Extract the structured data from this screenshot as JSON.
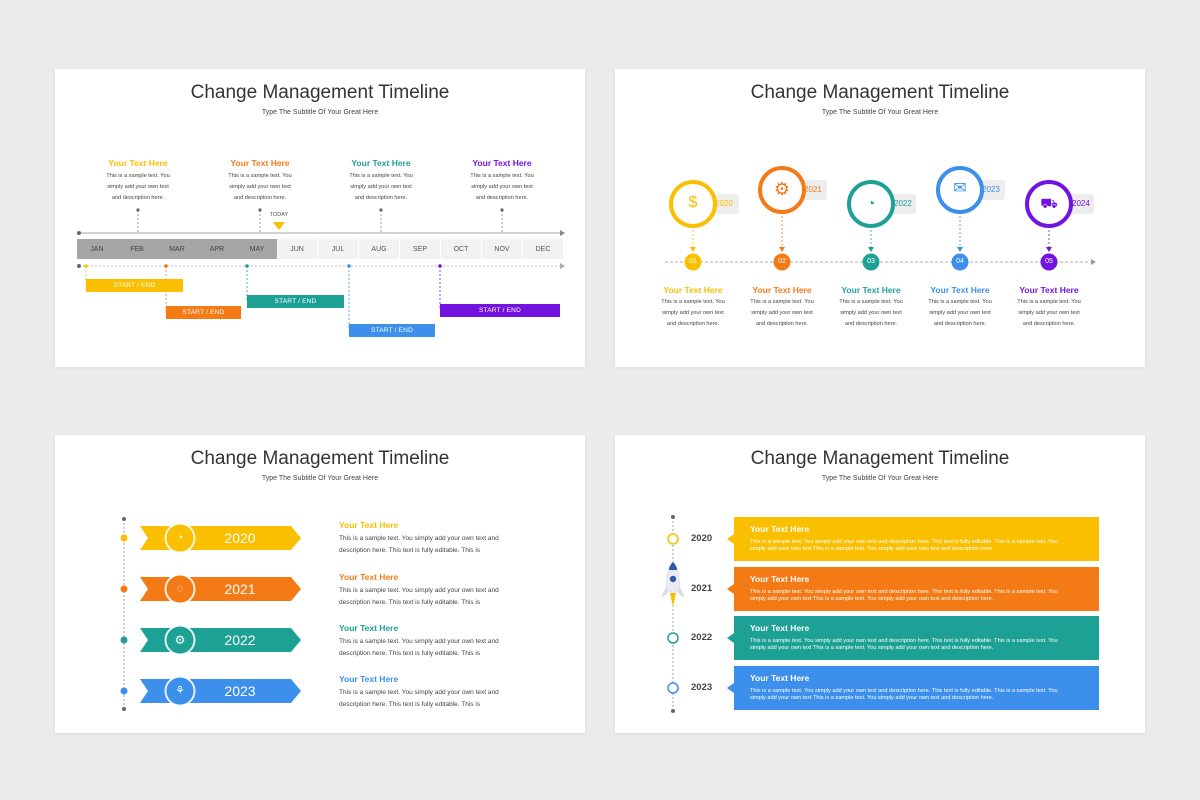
{
  "common": {
    "title": "Change Management Timeline",
    "subtitle": "Type The Subtitle Of Your Great Here"
  },
  "colors": {
    "yellow": "#f9bf00",
    "orange": "#f47a16",
    "teal": "#1ea195",
    "blue": "#3c8fea",
    "purple": "#7213e0",
    "gray": "#999999"
  },
  "slide1": {
    "months": [
      "JAN",
      "FEB",
      "MAR",
      "APR",
      "MAY",
      "JUN",
      "JUL",
      "AUG",
      "SEP",
      "OCT",
      "NOV",
      "DEC"
    ],
    "today_label": "TODAY",
    "callouts": [
      {
        "title": "Your Text Here",
        "line1": "This is a sample text. You",
        "line2": "simply add your own text",
        "line3": "and description here."
      },
      {
        "title": "Your Text Here",
        "line1": "This is a sample text. You",
        "line2": "simply add your own text",
        "line3": "and description here."
      },
      {
        "title": "Your Text Here",
        "line1": "This is a sample text. You",
        "line2": "simply add your own text",
        "line3": "and description here."
      },
      {
        "title": "Your Text Here",
        "line1": "This is a sample text. You",
        "line2": "simply add your own text",
        "line3": "and description here."
      }
    ],
    "bar_label": "START / END"
  },
  "slide2": {
    "steps": [
      {
        "num": "01",
        "year": "2020",
        "icon": "money-hand-icon",
        "title": "Your Text Here",
        "line1": "This is a sample text. You",
        "line2": "simply add your own text",
        "line3": "and description here."
      },
      {
        "num": "02",
        "year": "2021",
        "icon": "gear-icon",
        "title": "Your Text Here",
        "line1": "This is a sample text. You",
        "line2": "simply add your own text",
        "line3": "and description here."
      },
      {
        "num": "03",
        "year": "2022",
        "icon": "piggy-bank-icon",
        "title": "Your Text Here",
        "line1": "This is a sample text. You",
        "line2": "simply add your own text",
        "line3": "and description here."
      },
      {
        "num": "04",
        "year": "2023",
        "icon": "envelope-icon",
        "title": "Your Text Here",
        "line1": "This is a sample text. You",
        "line2": "simply add your own text",
        "line3": "and description here."
      },
      {
        "num": "05",
        "year": "2024",
        "icon": "delivery-truck-icon",
        "title": "Your Text Here",
        "line1": "This is a sample text. You",
        "line2": "simply add your own text",
        "line3": "and description here."
      }
    ]
  },
  "slide3": {
    "items": [
      {
        "year": "2020",
        "icon": "pie-chart-icon",
        "title": "Your Text Here",
        "line1": "This is a sample text. You simply add your own text and",
        "line2": "description here. This text is fully editable. This is"
      },
      {
        "year": "2021",
        "icon": "piggy-bank-icon",
        "title": "Your Text Here",
        "line1": "This is a sample text. You simply add your own text and",
        "line2": "description here. This text is fully editable. This is"
      },
      {
        "year": "2022",
        "icon": "gear-icon",
        "title": "Your Text Here",
        "line1": "This is a sample text. You simply add your own text and",
        "line2": "description here. This text is fully editable. This is"
      },
      {
        "year": "2023",
        "icon": "plant-hand-icon",
        "title": "Your Text Here",
        "line1": "This is a sample text. You simply add your own text and",
        "line2": "description here. This text is fully editable. This is"
      }
    ]
  },
  "slide4": {
    "rows": [
      {
        "year": "2020",
        "title": "Your Text Here",
        "line1": "This is a sample text. You simply add your own text and description here. This text is fully editable. This is a sample text. You",
        "line2": "simply add your own text This is a sample text. You simply add your own text and description here."
      },
      {
        "year": "2021",
        "title": "Your Text Here",
        "line1": "This is a sample text. You simply add your own text and description here. This text is fully editable. This is a sample text. You",
        "line2": "simply add your own text This is a sample text. You simply add your own text and description here."
      },
      {
        "year": "2022",
        "title": "Your Text Here",
        "line1": "This is a sample text. You simply add your own text and description here. This text is fully editable. This is a sample text. You",
        "line2": "simply add your own text This is a sample text. You simply add your own text and description here."
      },
      {
        "year": "2023",
        "title": "Your Text Here",
        "line1": "This is a sample text. You simply add your own text and description here. This text is fully editable. This is a sample text. You",
        "line2": "simply add your own text This is a sample text. You simply add your own text and description here."
      }
    ],
    "rocket_icon": "rocket-icon"
  }
}
